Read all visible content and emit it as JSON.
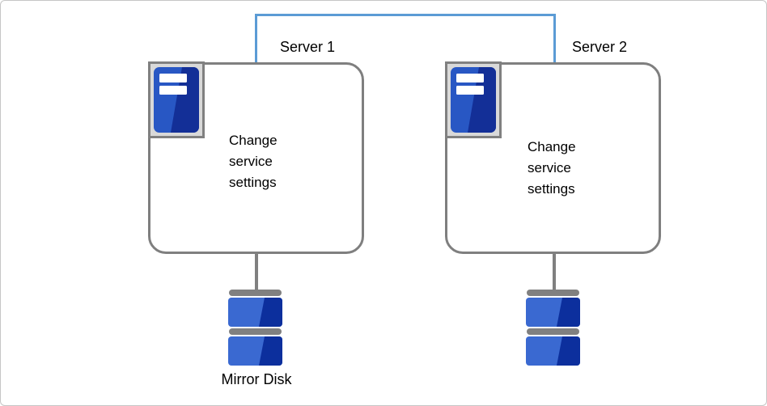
{
  "diagram": {
    "title_hint": "Two-server mirror disk cluster figure",
    "connector": {
      "name": "interconnect-line",
      "color": "#5b9bd5"
    },
    "servers": [
      {
        "label": "Server 1",
        "body": "Change\nservice\nsettings"
      },
      {
        "label": "Server 2",
        "body": "Change\nservice\nsettings"
      }
    ],
    "mirror_disk_label": "Mirror Disk",
    "colors": {
      "box_border": "#7f7f7f",
      "icon_frame_fill": "#d9d9d9",
      "icon_frame_border": "#808080",
      "server_blue": "#2857c4",
      "server_blue_dark": "#132f97",
      "disk_blue": "#3a69d1",
      "disk_blue_dark": "#0c2f9d",
      "gray": "#808080",
      "link_blue": "#5b9bd5"
    }
  }
}
